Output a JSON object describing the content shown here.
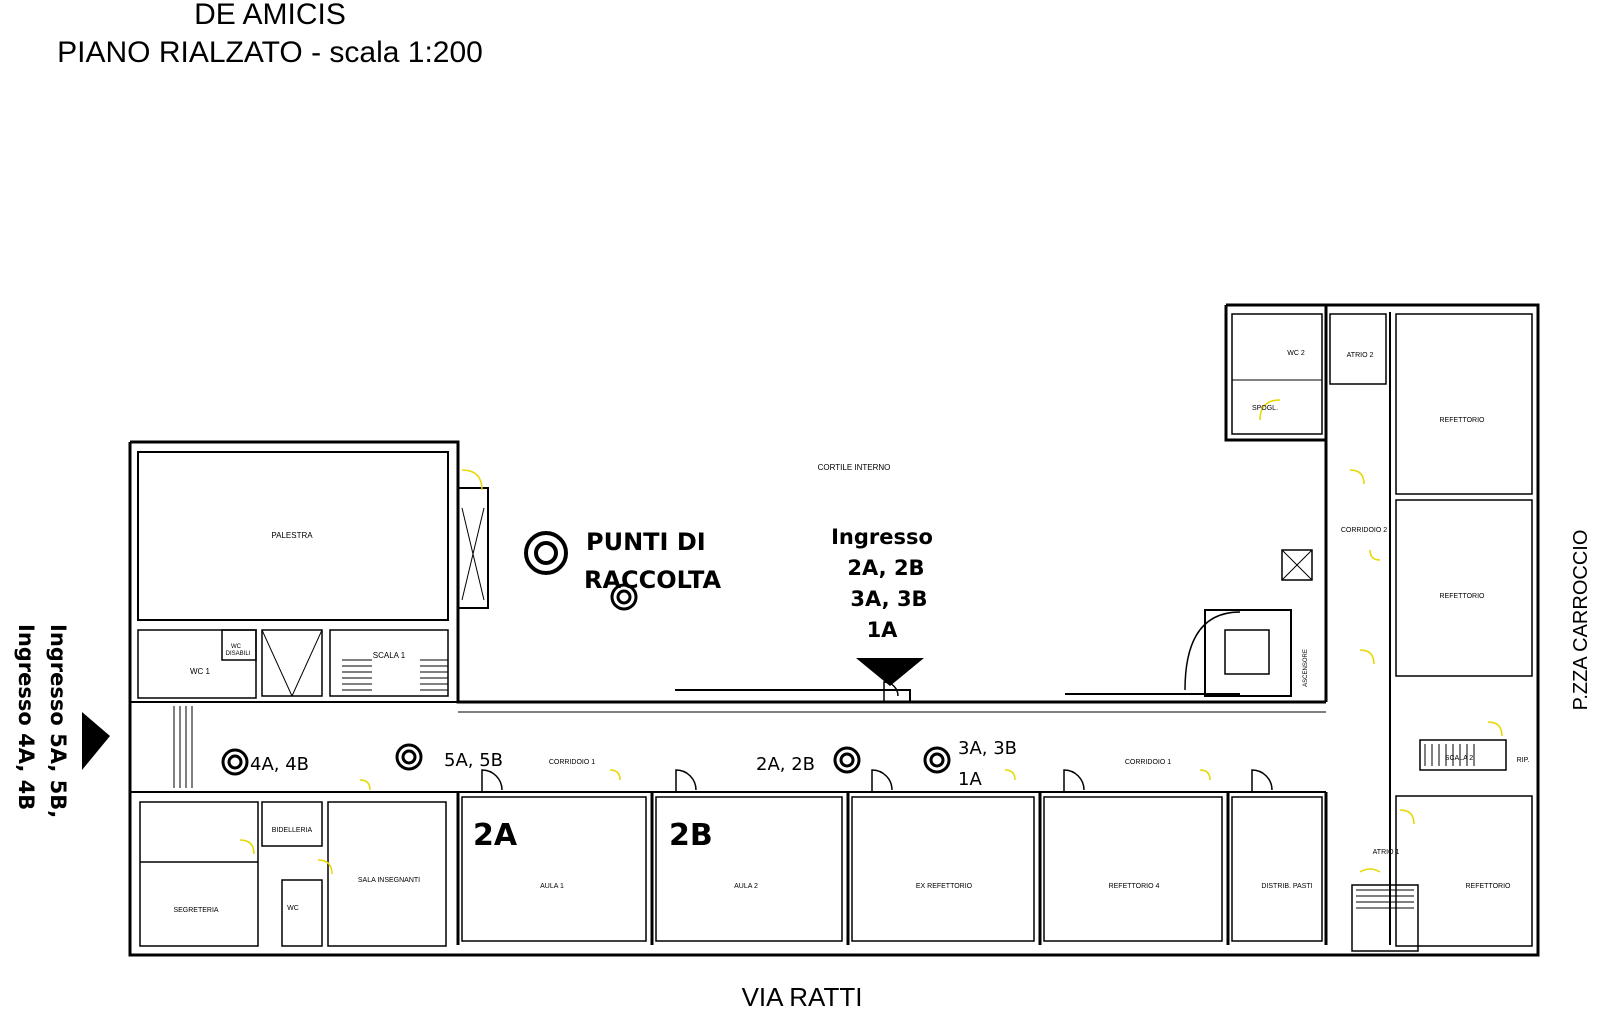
{
  "header": {
    "title": "DE AMICIS",
    "subtitle": "PIANO RIALZATO - scala 1:200"
  },
  "streets": {
    "south": "VIA RATTI",
    "east": "P.ZZA CARROCCIO"
  },
  "courtyard": "CORTILE INTERNO",
  "assembly": {
    "line1": "PUNTI DI",
    "line2": "RACCOLTA"
  },
  "entrances": {
    "north_line1": "Ingresso",
    "north_line2": "2A, 2B",
    "north_line3": "3A, 3B",
    "north_line4": "1A",
    "west_line1": "Ingresso 5A, 5B,",
    "west_line2": "Ingresso 4A, 4B"
  },
  "rooms": {
    "palestra": "PALESTRA",
    "wc1": "WC 1",
    "wc_disabili_1": "WC",
    "wc_disabili_2": "DISABILI",
    "scala1": "SCALA 1",
    "corridoio1_a": "CORRIDOIO 1",
    "corridoio1_b": "CORRIDOIO 1",
    "corridoio2": "CORRIDOIO 2",
    "bidelleria": "BIDELLERIA",
    "sala_insegnanti": "SALA INSEGNANTI",
    "segreteria": "SEGRETERIA",
    "wc": "WC",
    "aula1": "AULA 1",
    "aula2": "AULA 2",
    "ex_refettorio": "EX REFETTORIO",
    "refettorio4": "REFETTORIO 4",
    "distrib_pasti": "DISTRIB. PASTI",
    "refettorio_a": "REFETTORIO",
    "refettorio_b": "REFETTORIO",
    "refettorio_c": "REFETTORIO",
    "wc2": "WC 2",
    "atrio2": "ATRIO 2",
    "spogl": "SPOGL.",
    "ascensore": "ASCENSORE",
    "scala2": "SCALA 2",
    "rip": "RIP.",
    "atrio1": "ATRIO 1"
  },
  "class_labels": {
    "c2a": "2A",
    "c2b": "2B"
  },
  "markers": {
    "m4": "4A, 4B",
    "m5": "5A, 5B",
    "m2": "2A, 2B",
    "m3_line1": "3A, 3B",
    "m3_line2": "1A"
  },
  "colors": {
    "walls": "#000000",
    "doors": "#e6d800"
  }
}
